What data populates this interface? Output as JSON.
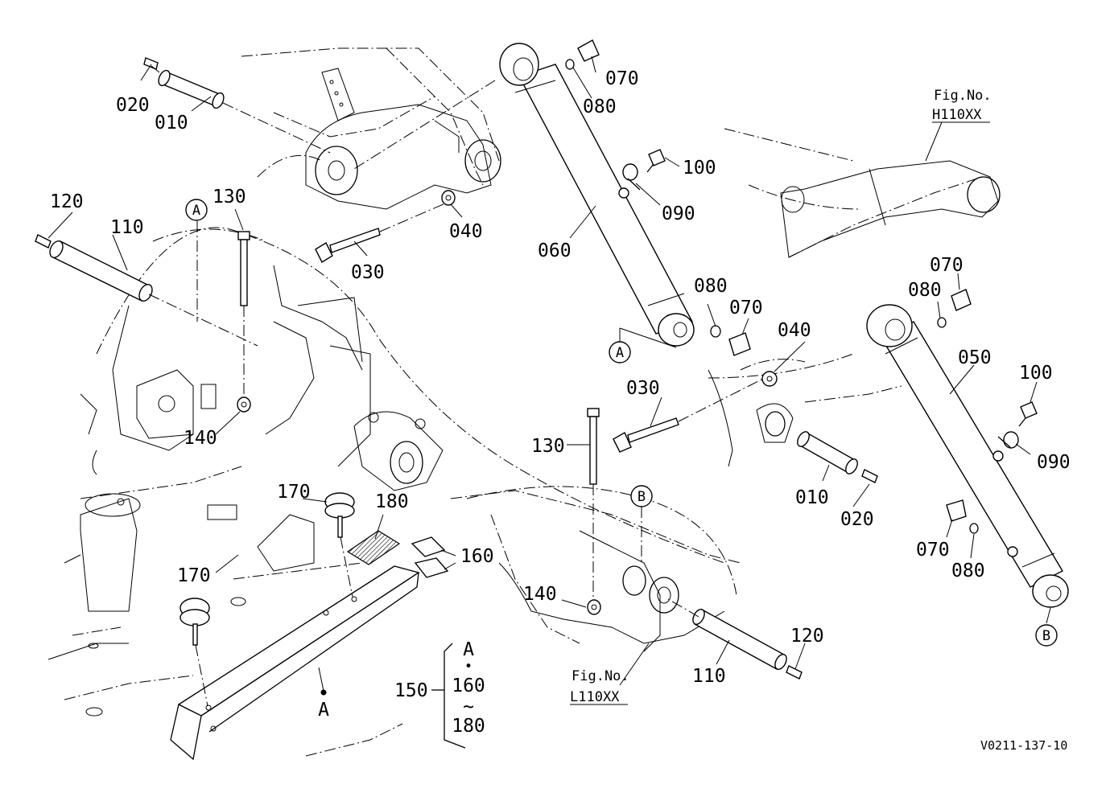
{
  "diagram": {
    "part_labels": {
      "p010_a": "010",
      "p020_a": "020",
      "p010_b": "010",
      "p020_b": "020",
      "p030_a": "030",
      "p030_b": "030",
      "p040_a": "040",
      "p040_b": "040",
      "p050": "050",
      "p060": "060",
      "p070_a": "070",
      "p070_b": "070",
      "p070_c": "070",
      "p070_d": "070",
      "p080_a": "080",
      "p080_b": "080",
      "p080_c": "080",
      "p080_d": "080",
      "p090_a": "090",
      "p090_b": "090",
      "p100_a": "100",
      "p100_b": "100",
      "p110_a": "110",
      "p110_b": "110",
      "p120_a": "120",
      "p120_b": "120",
      "p130_a": "130",
      "p130_b": "130",
      "p140_a": "140",
      "p140_b": "140",
      "p150": "150",
      "p160": "160",
      "p170_a": "170",
      "p170_b": "170",
      "p180": "180"
    },
    "ref_markers": {
      "a1": "A",
      "a2": "A",
      "b1": "B",
      "b2": "B",
      "a_dot": "A"
    },
    "kit_group": {
      "line1": "A",
      "bullet": "•",
      "line2": "160",
      "tilde": "~",
      "line3": "180"
    },
    "fig_refs": {
      "upper_caption": "Fig.No.",
      "upper_code": "H110XX",
      "lower_caption": "Fig.No.",
      "lower_code": "L110XX"
    },
    "drawing_code": "V0211-137-10"
  }
}
